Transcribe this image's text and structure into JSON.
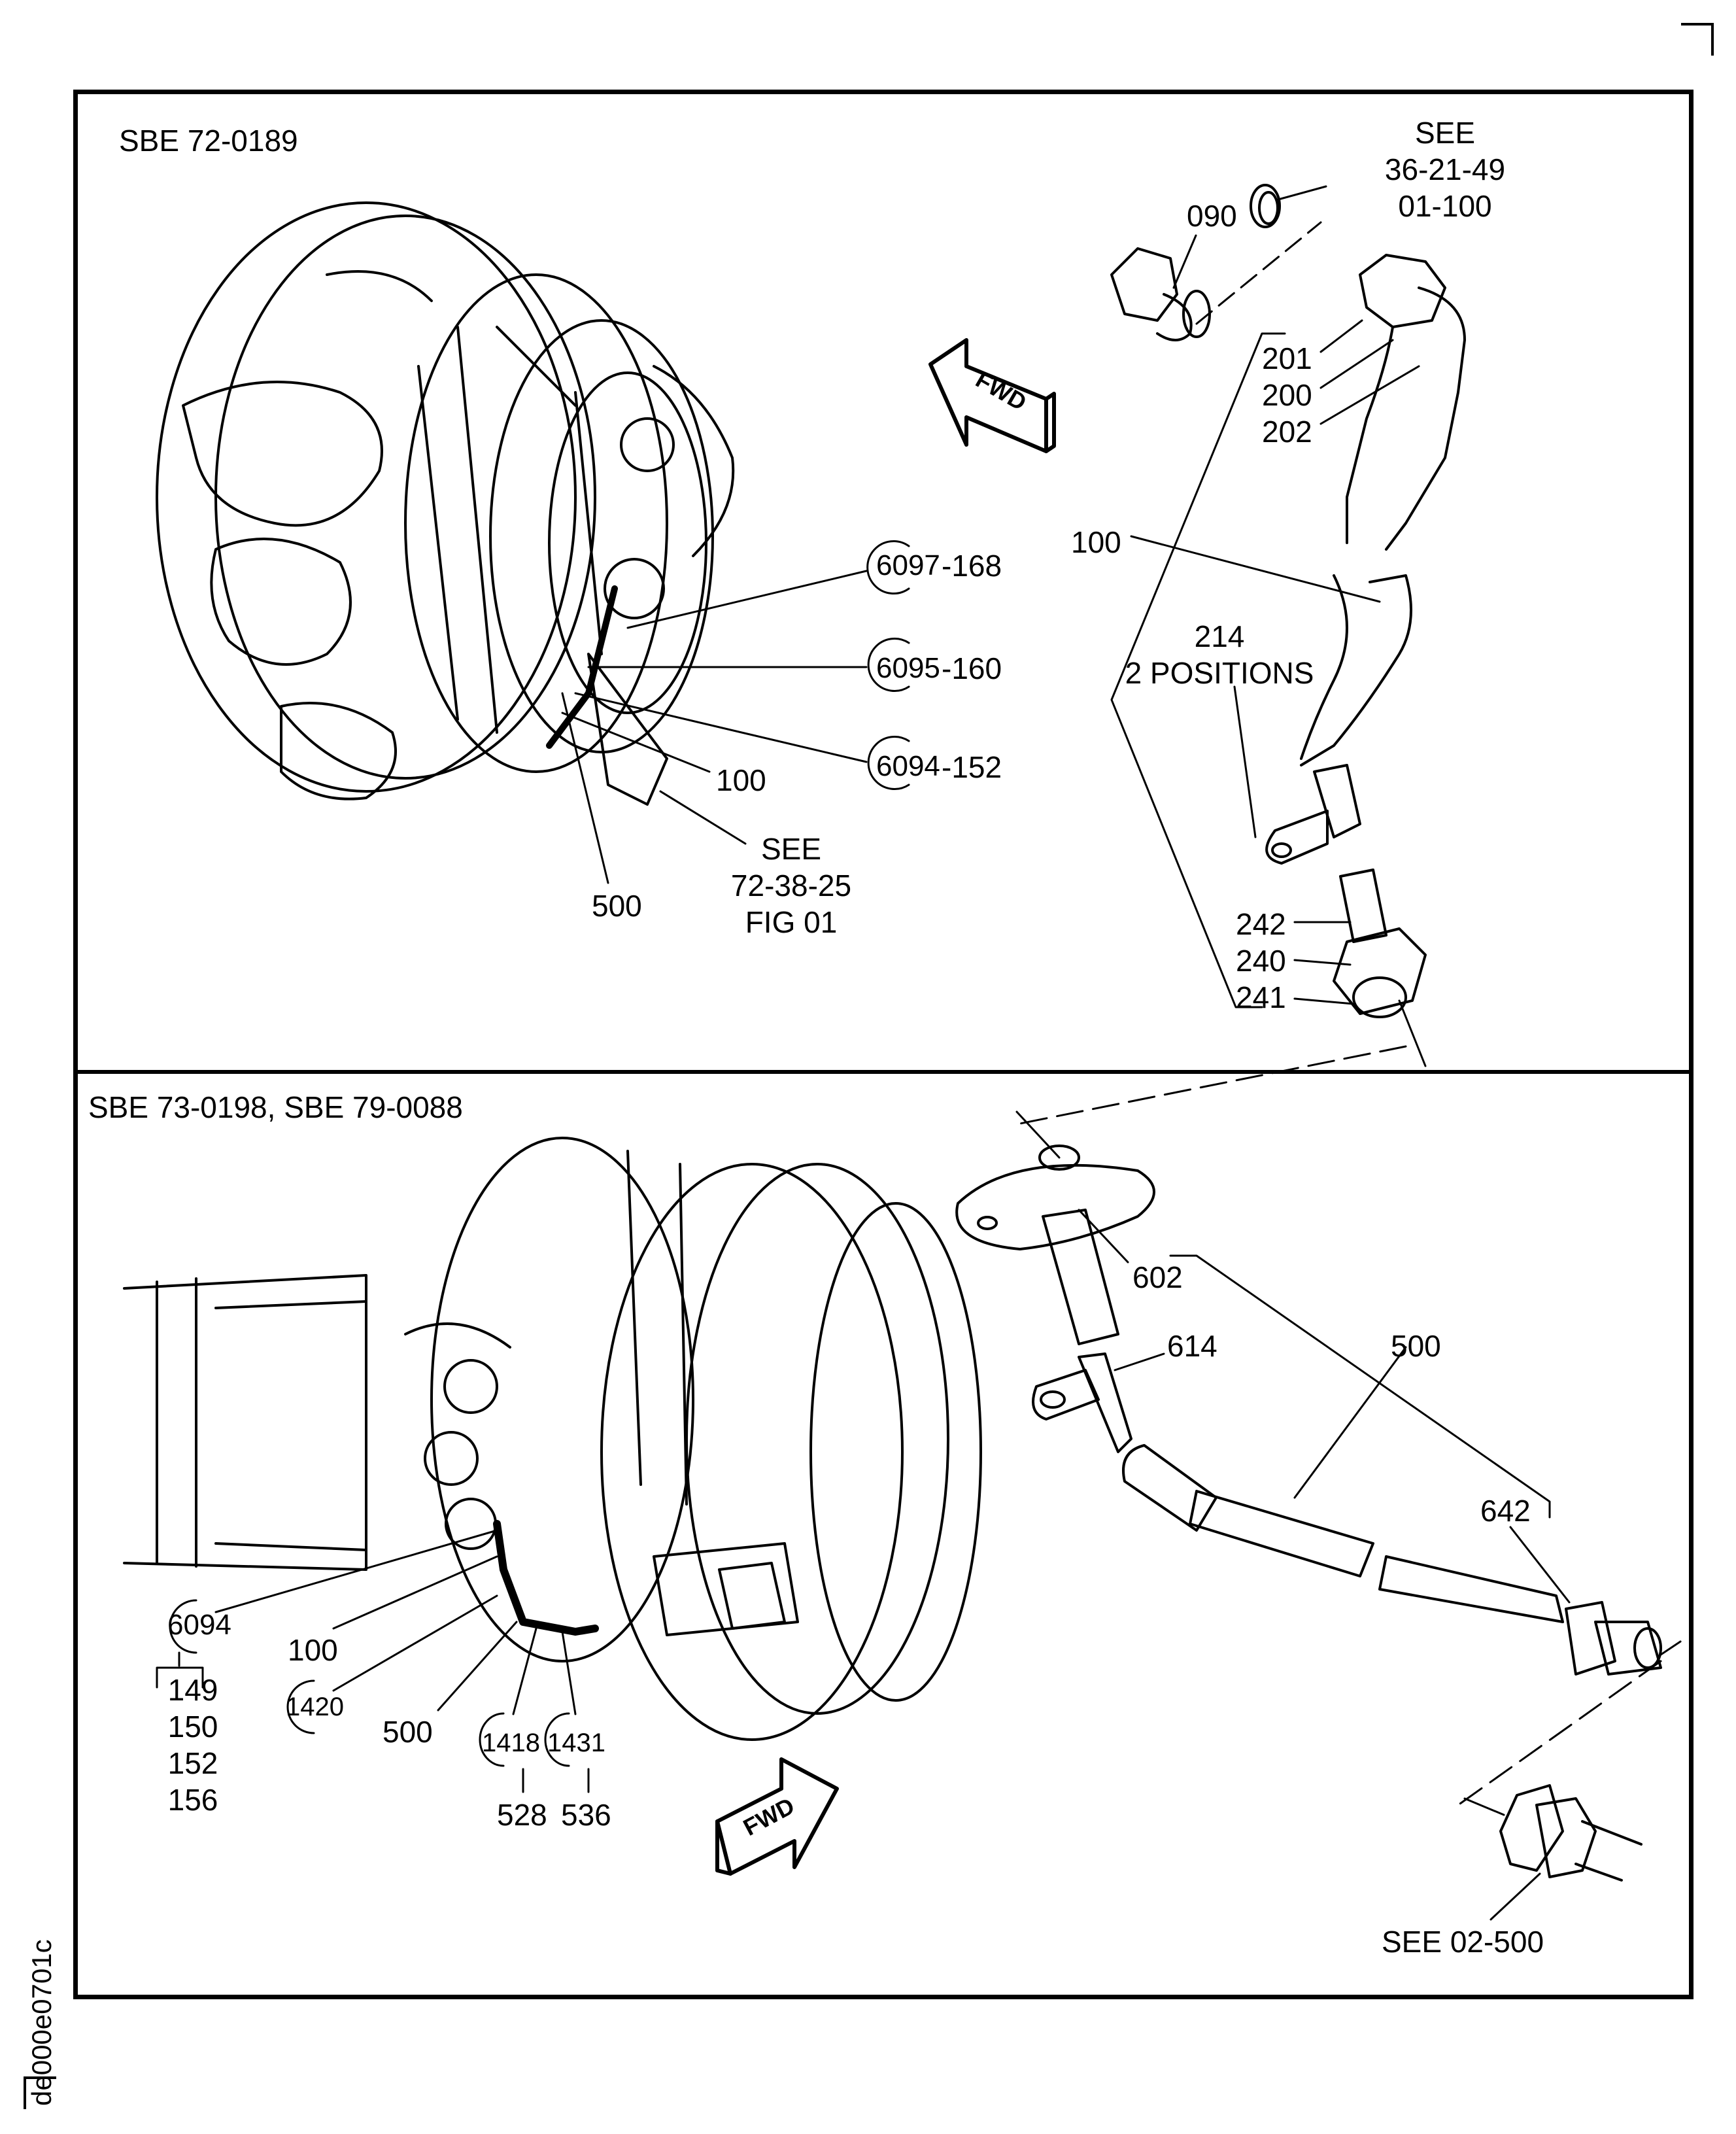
{
  "document_id": "de000e0701c",
  "panels": [
    {
      "title": "SBE 72-0189",
      "fwd_arrow": {
        "label": "FWD",
        "direction": "left"
      },
      "engine_callouts": [
        {
          "circled": "6097",
          "suffix": "-168"
        },
        {
          "circled": "6095",
          "suffix": "-160"
        },
        {
          "circled": "6094",
          "suffix": "-152"
        },
        {
          "text": "100"
        },
        {
          "text": "500"
        }
      ],
      "see_ref_engine": [
        "SEE",
        "72-38-25",
        "FIG 01"
      ],
      "exploded_callouts": {
        "see_ref": [
          "SEE",
          "36-21-49",
          "01-100"
        ],
        "item_090": "090",
        "items_top": [
          "201",
          "200",
          "202"
        ],
        "item_100": "100",
        "item_214": [
          "214",
          "2 POSITIONS"
        ],
        "items_bottom": [
          "242",
          "240",
          "241"
        ]
      }
    },
    {
      "title": "SBE 73-0198, SBE 79-0088",
      "fwd_arrow": {
        "label": "FWD",
        "direction": "right"
      },
      "engine_callouts": {
        "c6094": {
          "circled": "6094",
          "items": [
            "149",
            "150",
            "152",
            "156"
          ]
        },
        "item_100": "100",
        "c1420": {
          "circled": "1420"
        },
        "item_500": "500",
        "c1418": {
          "circled": "1418",
          "item": "528"
        },
        "c1431": {
          "circled": "1431",
          "item": "536"
        }
      },
      "exploded_callouts": {
        "item_602": "602",
        "item_614": "614",
        "item_500": "500",
        "item_642": "642",
        "see_ref": "SEE 02-500"
      }
    }
  ]
}
